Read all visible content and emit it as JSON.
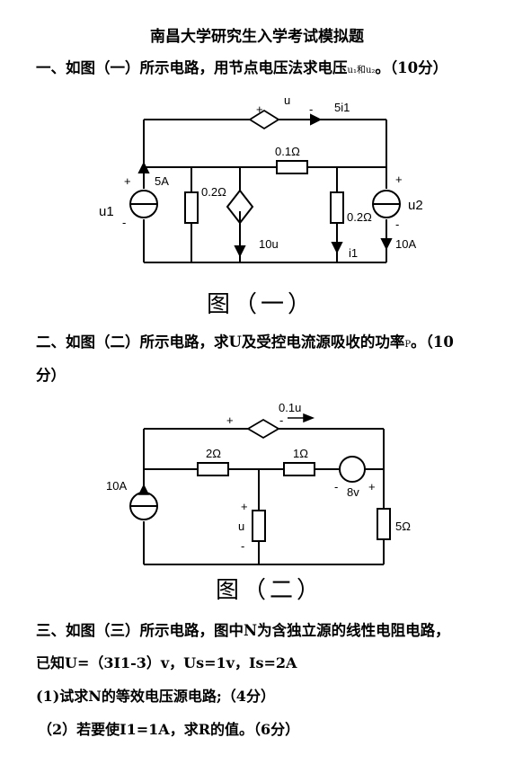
{
  "title": "南昌大学研究生入学考试模拟题",
  "q1": {
    "text": "一、如图（一）所示电路，用节点电压法求电压",
    "vars": "u₁和u₂",
    "tail": "。（",
    "score": "10",
    "end": "分）"
  },
  "fig1": {
    "caption": "图（一）",
    "labels": {
      "dep_v_top": "u",
      "dep_v_plus": "+",
      "dep_v_minus": "-",
      "dep_v_value": "5i1",
      "r_top": "0.1Ω",
      "r_left": "0.2Ω",
      "r_right": "0.2Ω",
      "src_left_name": "u1",
      "src_left_val": "5A",
      "src_left_plus": "+",
      "src_left_minus": "-",
      "src_right_name": "u2",
      "src_right_val": "10A",
      "src_right_plus": "+",
      "src_right_minus": "-",
      "dep_i": "10u",
      "current": "i1"
    }
  },
  "q2": {
    "text": "二、如图（二）所示电路，求U及受控电流源吸收的功率",
    "sym": "P",
    "tail": "。（10",
    "line2": "分）"
  },
  "fig2": {
    "caption": "图（二）",
    "labels": {
      "dep_top": "0.1u",
      "dep_plus": "+",
      "dep_minus": "-",
      "r1": "2Ω",
      "r2": "1Ω",
      "r3": "5Ω",
      "isrc": "10A",
      "vsrc": "8v",
      "vsrc_minus": "-",
      "vsrc_plus": "+",
      "u_plus": "+",
      "u_label": "u",
      "u_minus": "-"
    }
  },
  "q3": {
    "line1": "三、如图（三）所示电路，图中N为含独立源的线性电阻电路，",
    "line2": "已知U=（3I1-3）v，Us=1v，Is=2A",
    "line3": "(1)试求N的等效电压源电路;（4分）",
    "line4": "（2）若要使I1=1A，求R的值。（6分）"
  }
}
